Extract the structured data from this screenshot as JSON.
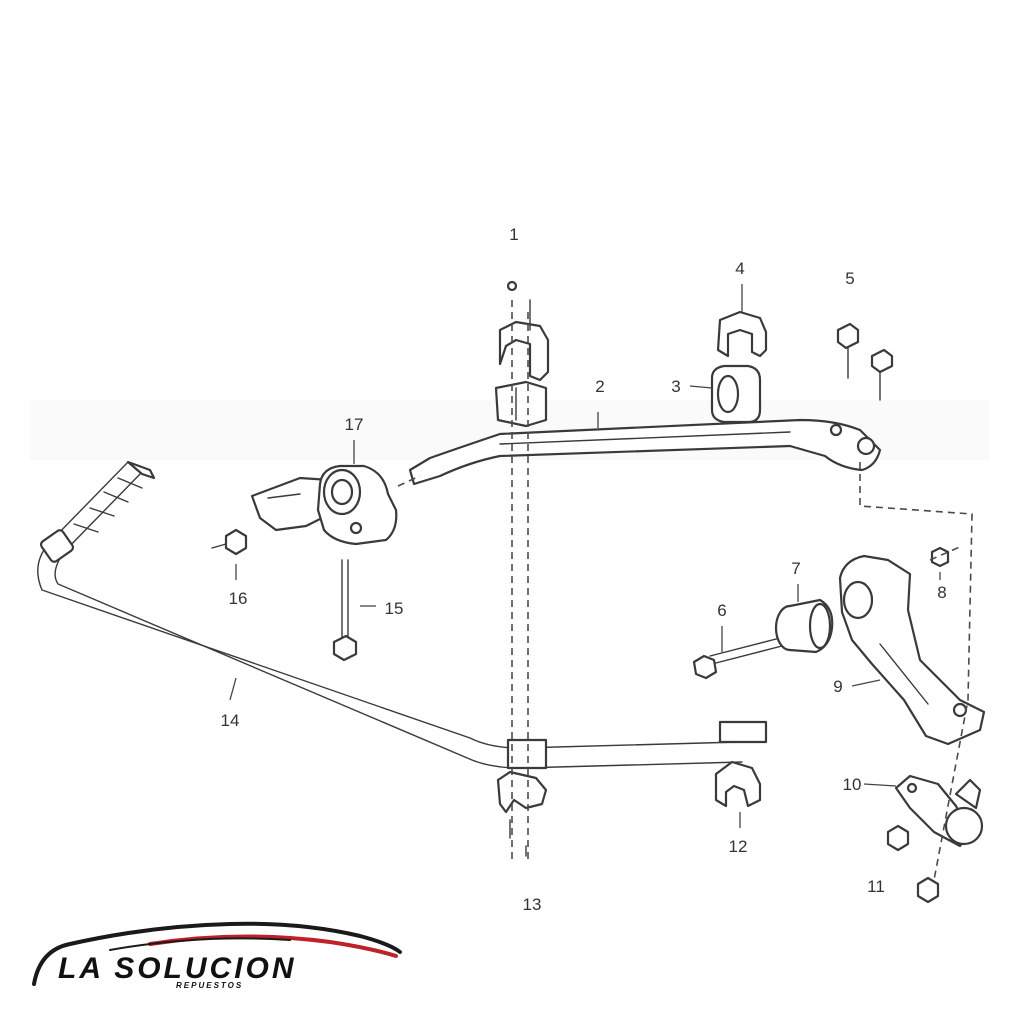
{
  "diagram": {
    "callouts": [
      "1",
      "2",
      "3",
      "4",
      "5",
      "6",
      "7",
      "8",
      "9",
      "10",
      "11",
      "12",
      "13",
      "14",
      "15",
      "16",
      "17"
    ]
  },
  "logo": {
    "brand": "LA SOLUCION",
    "tagline": "REPUESTOS",
    "colors": {
      "text": "#111111",
      "swoosh_dark": "#1a1a1a",
      "swoosh_red": "#c0202a"
    }
  }
}
